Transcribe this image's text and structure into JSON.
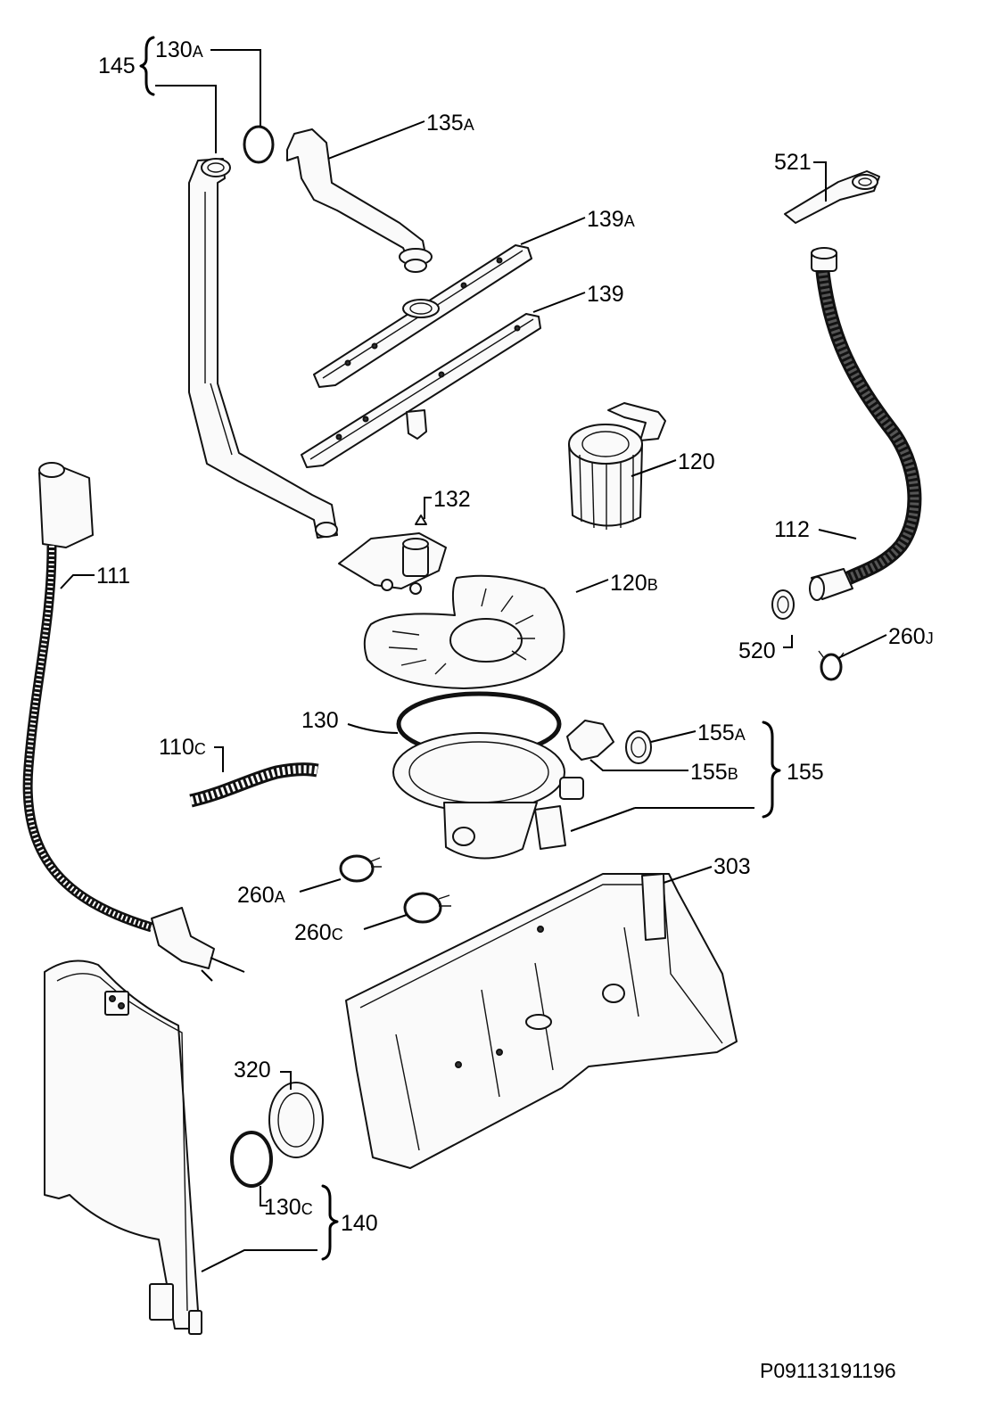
{
  "drawing_ref": "P09113191196",
  "labels": {
    "l145": "145",
    "l130a": "130",
    "l130a_s": "A",
    "l135a": "135",
    "l135a_s": "A",
    "l521": "521",
    "l139a": "139",
    "l139a_s": "A",
    "l139": "139",
    "l120": "120",
    "l132": "132",
    "l112": "112",
    "l111": "111",
    "l120b": "120",
    "l120b_s": "B",
    "l520": "520",
    "l260j": "260",
    "l260j_s": "J",
    "l130": "130",
    "l110c": "110",
    "l110c_s": "C",
    "l155a": "155",
    "l155a_s": "A",
    "l155b": "155",
    "l155b_s": "B",
    "l155": "155",
    "l303": "303",
    "l260a": "260",
    "l260a_s": "A",
    "l260c": "260",
    "l260c_s": "C",
    "l320": "320",
    "l130c": "130",
    "l130c_s": "C",
    "l140": "140"
  }
}
